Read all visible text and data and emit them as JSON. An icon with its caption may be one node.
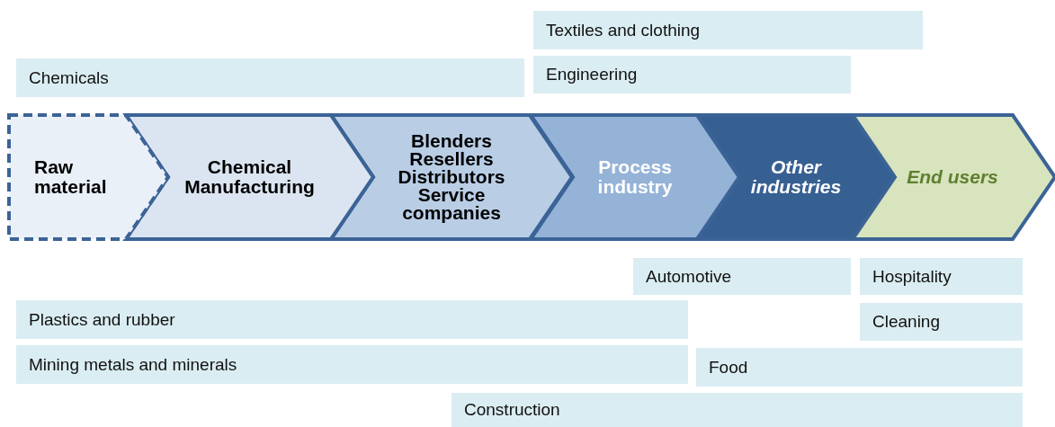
{
  "diagram": {
    "nodes": [
      {
        "text": [
          "Textiles and clothing"
        ]
      },
      {
        "text": [
          "Chemicals"
        ]
      },
      {
        "text": [
          "Engineering"
        ]
      },
      {
        "text": [
          "Raw material"
        ]
      },
      {
        "text": [
          "Chemical Manufacturing"
        ]
      },
      {
        "text": [
          "Blenders Resellers Distributors Service companies"
        ]
      },
      {
        "text": [
          "Process industry"
        ]
      },
      {
        "text": [
          "Other industries"
        ]
      },
      {
        "text": [
          "End users"
        ]
      },
      {
        "text": [
          "Automotive"
        ]
      },
      {
        "text": [
          "Hospitality"
        ]
      },
      {
        "text": [
          "Plastics and rubber"
        ]
      },
      {
        "text": [
          "Cleaning"
        ]
      },
      {
        "text": [
          "Mining metals and minerals"
        ]
      },
      {
        "text": [
          "Food"
        ]
      },
      {
        "text": [
          "Construction"
        ]
      }
    ]
  }
}
